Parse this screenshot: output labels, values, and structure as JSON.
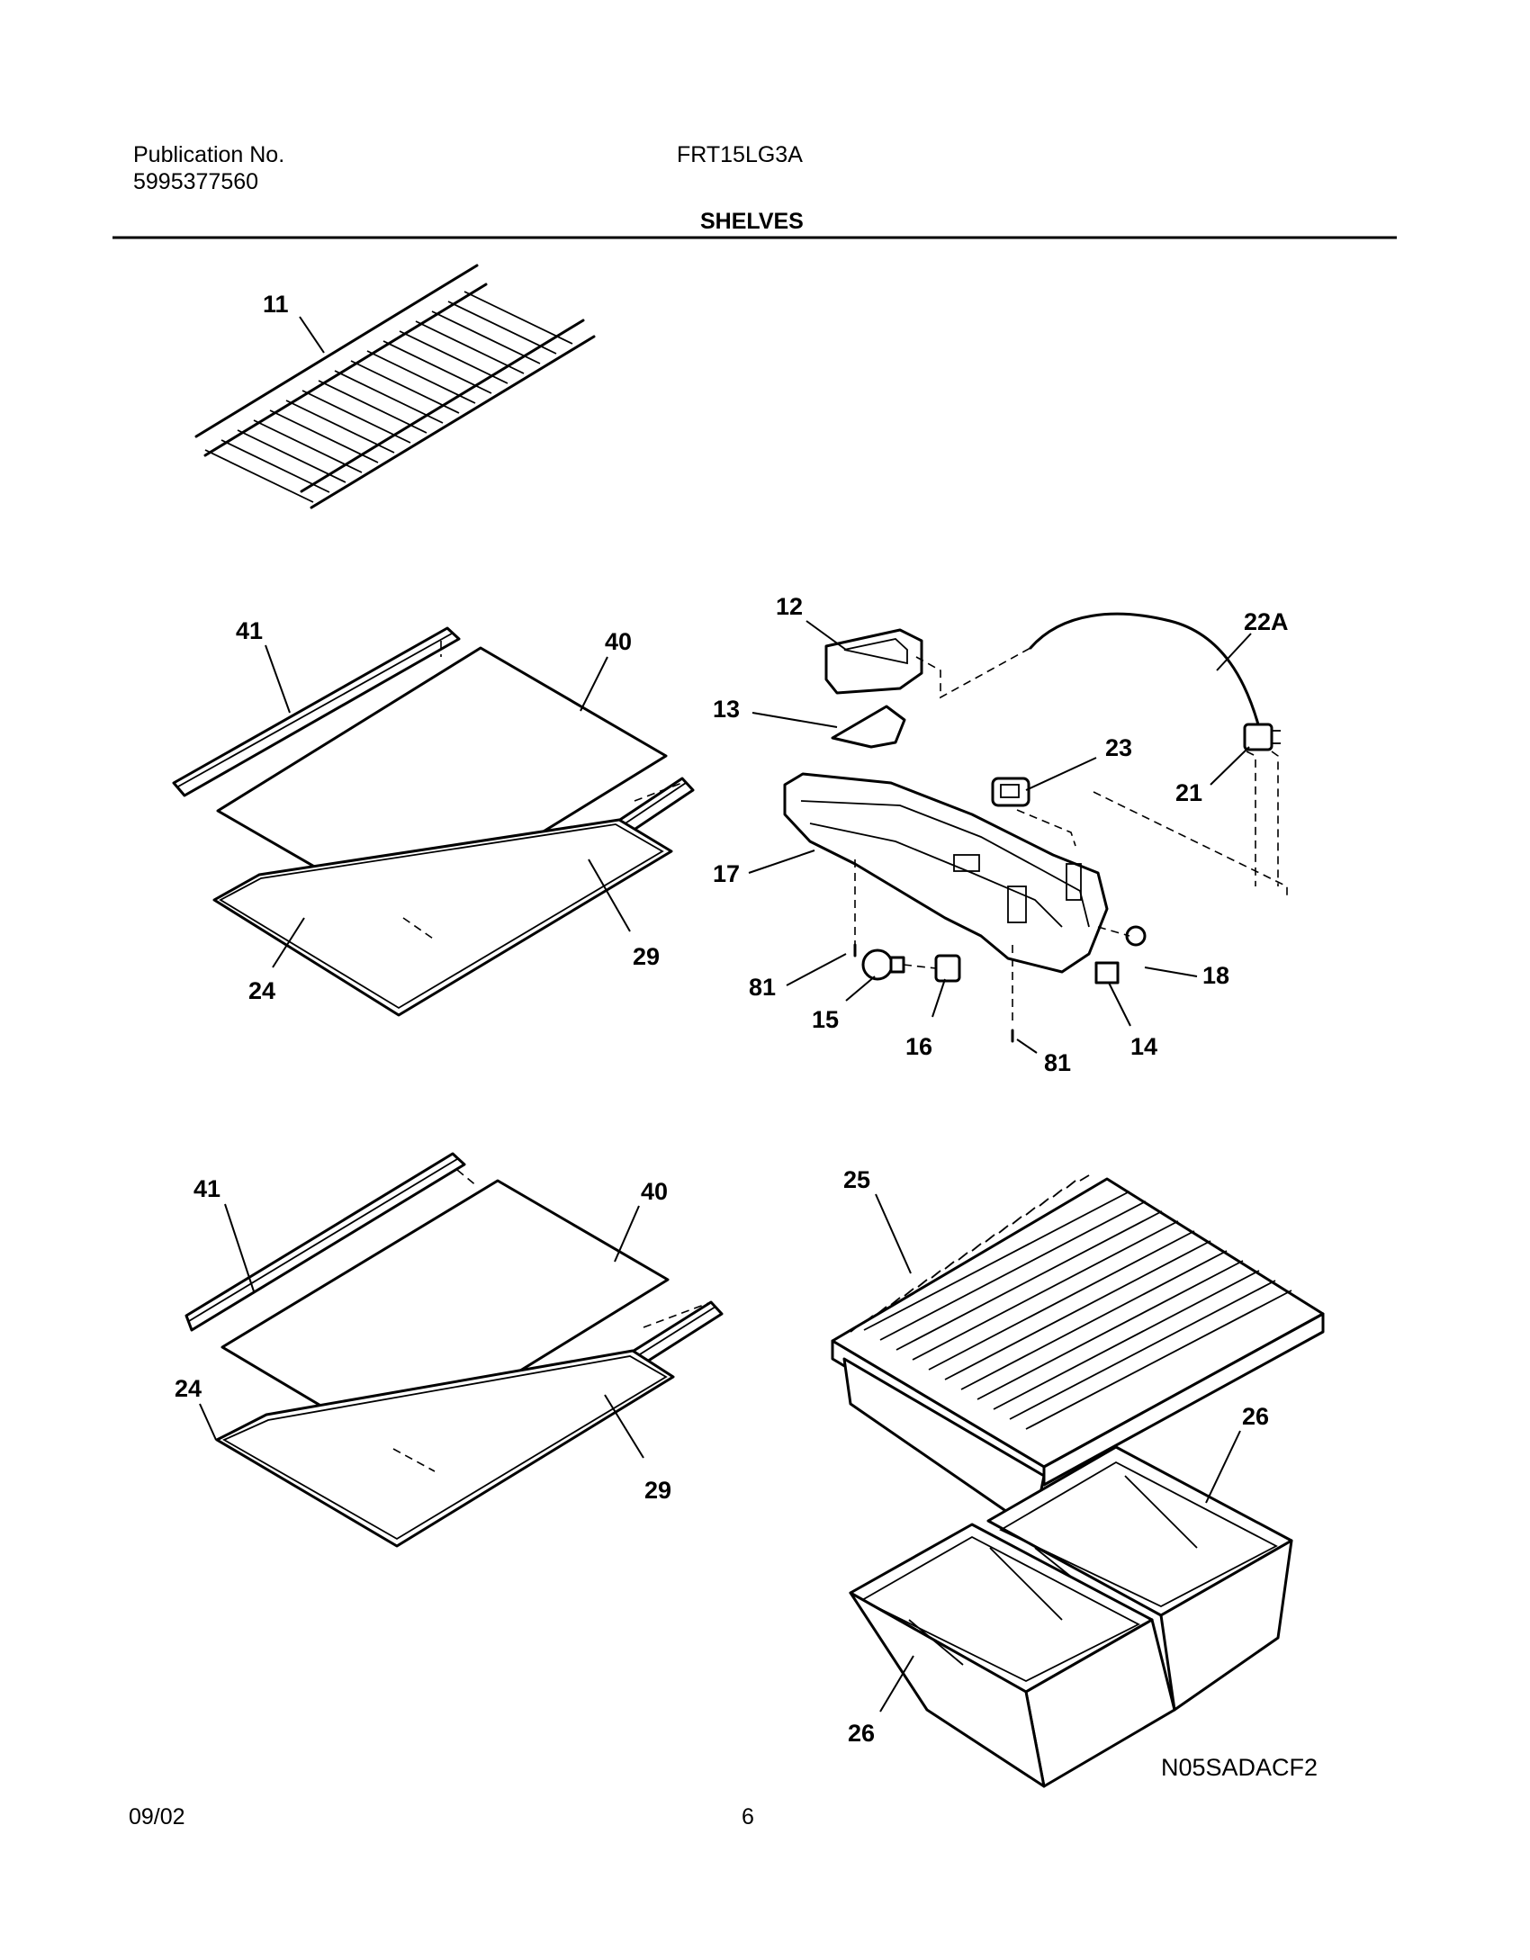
{
  "header": {
    "publication_label": "Publication No.",
    "publication_number": "5995377560",
    "model": "FRT15LG3A",
    "section_title": "SHELVES"
  },
  "callouts": {
    "c11": "11",
    "c41a": "41",
    "c40a": "40",
    "c29a": "29",
    "c24a": "24",
    "c12": "12",
    "c13": "13",
    "c17": "17",
    "c81a": "81",
    "c15": "15",
    "c16": "16",
    "c81b": "81",
    "c14": "14",
    "c18": "18",
    "c23": "23",
    "c21": "21",
    "c22a": "22A",
    "c41b": "41",
    "c40b": "40",
    "c24b": "24",
    "c29b": "29",
    "c25": "25",
    "c26a": "26",
    "c26b": "26"
  },
  "diagram_code": "N05SADACF2",
  "footer": {
    "date": "09/02",
    "page": "6"
  }
}
